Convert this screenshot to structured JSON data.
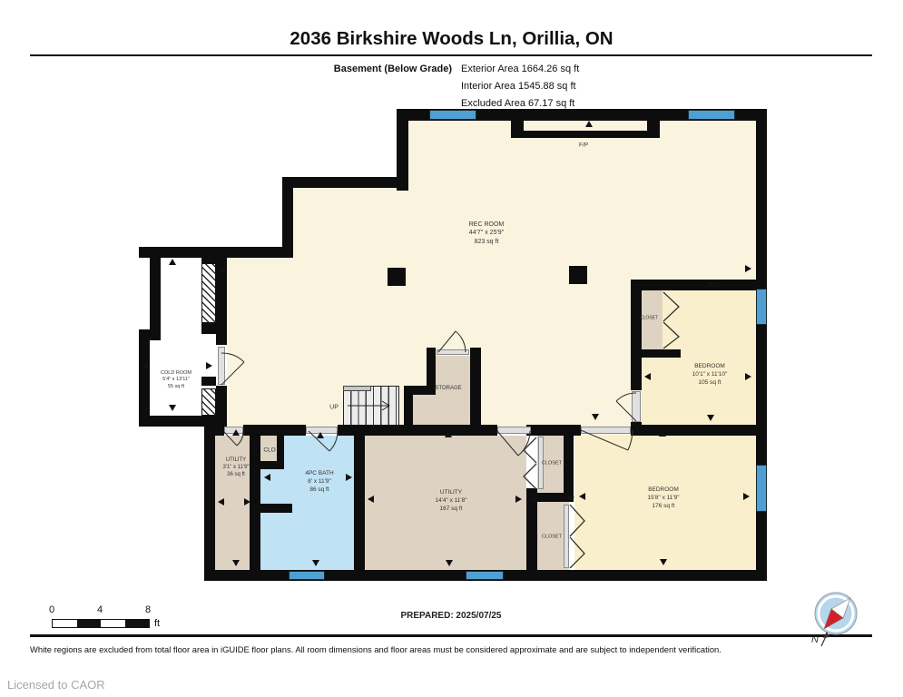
{
  "header": {
    "title": "2036 Birkshire Woods Ln, Orillia, ON",
    "floor_label": "Basement (Below Grade)",
    "areas": {
      "exterior": "Exterior Area 1664.26 sq ft",
      "interior": "Interior Area 1545.88 sq ft",
      "excluded": "Excluded Area 67.17 sq ft"
    }
  },
  "rooms": [
    {
      "id": "rec-room",
      "name": "REC ROOM",
      "dims": "44'7\" x 25'9\"",
      "area": "823 sq ft"
    },
    {
      "id": "cold-room",
      "name": "COLD ROOM",
      "dims": "5'4\" x 13'11\"",
      "area": "55 sq ft"
    },
    {
      "id": "storage",
      "name": "STORAGE",
      "dims": "",
      "area": ""
    },
    {
      "id": "utility-small",
      "name": "UTILITY",
      "dims": "3'1\" x 11'9\"",
      "area": "36 sq ft"
    },
    {
      "id": "closet-clo",
      "name": "CLO",
      "dims": "",
      "area": ""
    },
    {
      "id": "bath",
      "name": "4PC BATH",
      "dims": "8' x 11'9\"",
      "area": "86 sq ft"
    },
    {
      "id": "utility-main",
      "name": "UTILITY",
      "dims": "14'4\" x 11'8\"",
      "area": "167 sq ft"
    },
    {
      "id": "closet-upper",
      "name": "CLOSET",
      "dims": "",
      "area": ""
    },
    {
      "id": "closet-lower",
      "name": "CLOSET",
      "dims": "",
      "area": ""
    },
    {
      "id": "bedroom-upper",
      "name": "BEDROOM",
      "dims": "10'1\" x 11'10\"",
      "area": "105 sq ft"
    },
    {
      "id": "bedroom-lower",
      "name": "BEDROOM",
      "dims": "15'8\" x 11'9\"",
      "area": "176 sq ft"
    },
    {
      "id": "bedroom-upper-closet",
      "name": "CLOSET",
      "dims": "",
      "area": ""
    },
    {
      "id": "fireplace",
      "name": "F/P",
      "dims": "",
      "area": ""
    },
    {
      "id": "stairs",
      "name": "UP",
      "dims": "",
      "area": ""
    }
  ],
  "footer": {
    "scale_ticks": [
      "0",
      "4",
      "8"
    ],
    "scale_unit": "ft",
    "prepared": "PREPARED: 2025/07/25",
    "compass_label": "N",
    "disclaimer": "White regions are excluded from total floor area in iGUIDE floor plans. All room dimensions and floor areas must be considered approximate and are subject to independent verification.",
    "license": "Licensed to CAOR"
  },
  "colors": {
    "room_cream": "#faf4df",
    "room_cream2": "#faefcc",
    "room_tan": "#ded3c3",
    "room_blue": "#bfe2f4",
    "window_blue": "#4f9fd3",
    "wall_black": "#0d0d0d",
    "excluded_white": "#ffffff"
  }
}
